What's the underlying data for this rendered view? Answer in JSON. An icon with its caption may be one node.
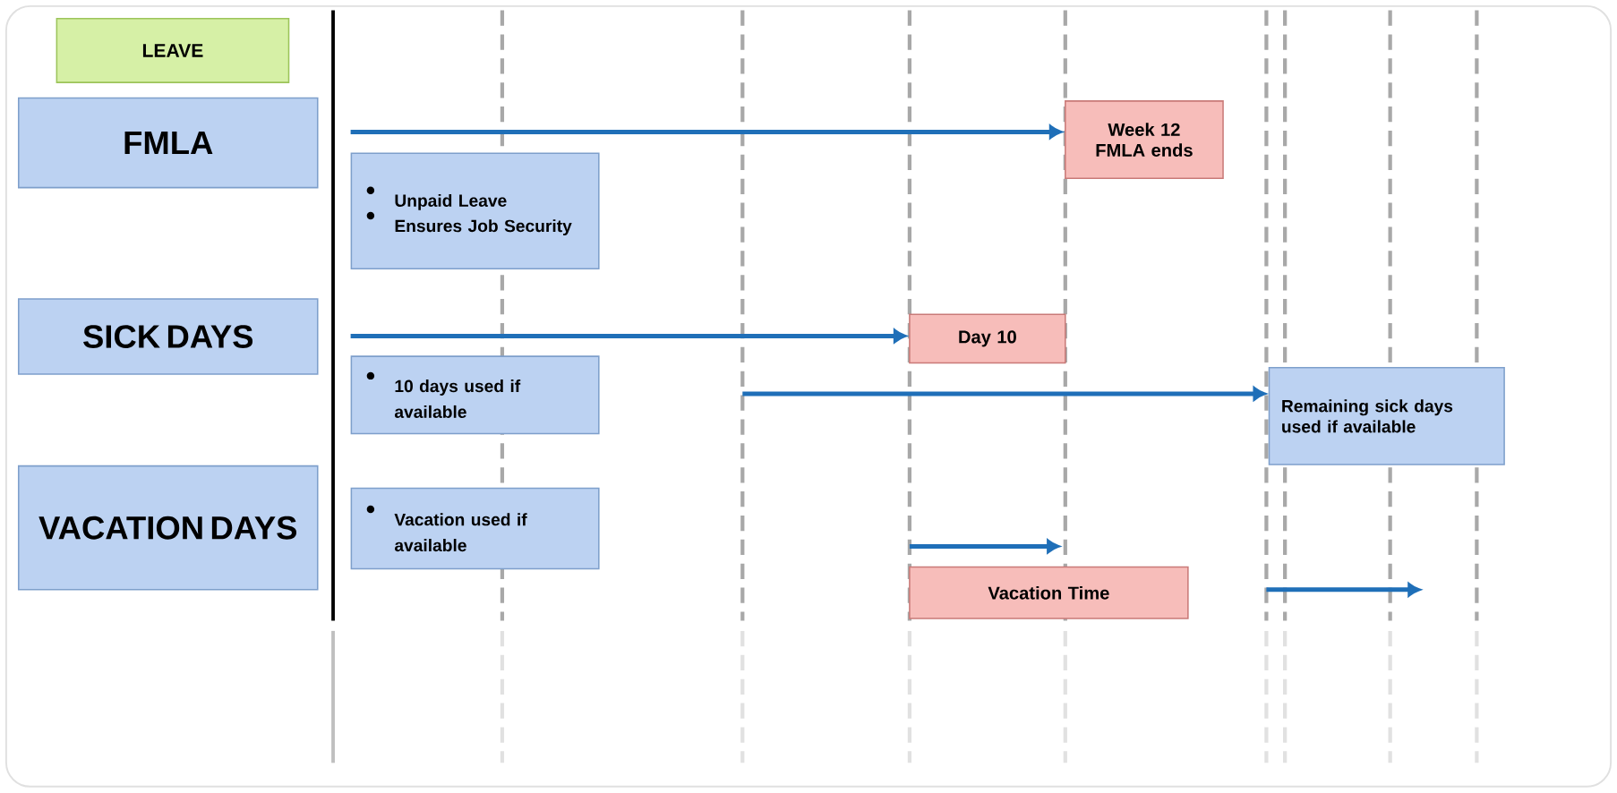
{
  "diagram": {
    "nodes": [
      {
        "text": [
          "LEAVE"
        ]
      },
      {
        "text": [
          "FMLA"
        ]
      },
      {
        "text": [
          "Unpaid Leave",
          "Ensures Job Security"
        ]
      },
      {
        "text": [
          "Week 12 FMLA ends"
        ]
      },
      {
        "text": [
          "SICK DAYS"
        ]
      },
      {
        "text": [
          "Day 10"
        ]
      },
      {
        "text": [
          "10 days used if available"
        ]
      },
      {
        "text": [
          "Remaining sick days used if available"
        ]
      },
      {
        "text": [
          "VACATION DAYS"
        ]
      },
      {
        "text": [
          "Vacation used if available"
        ]
      },
      {
        "text": [
          "Vacation Time"
        ]
      }
    ],
    "edges": [
      {
        "from": null,
        "to": 3,
        "arrow": "to"
      },
      {
        "from": null,
        "to": 5,
        "arrow": "to"
      },
      {
        "from": null,
        "to": 7,
        "arrow": "to"
      }
    ]
  }
}
